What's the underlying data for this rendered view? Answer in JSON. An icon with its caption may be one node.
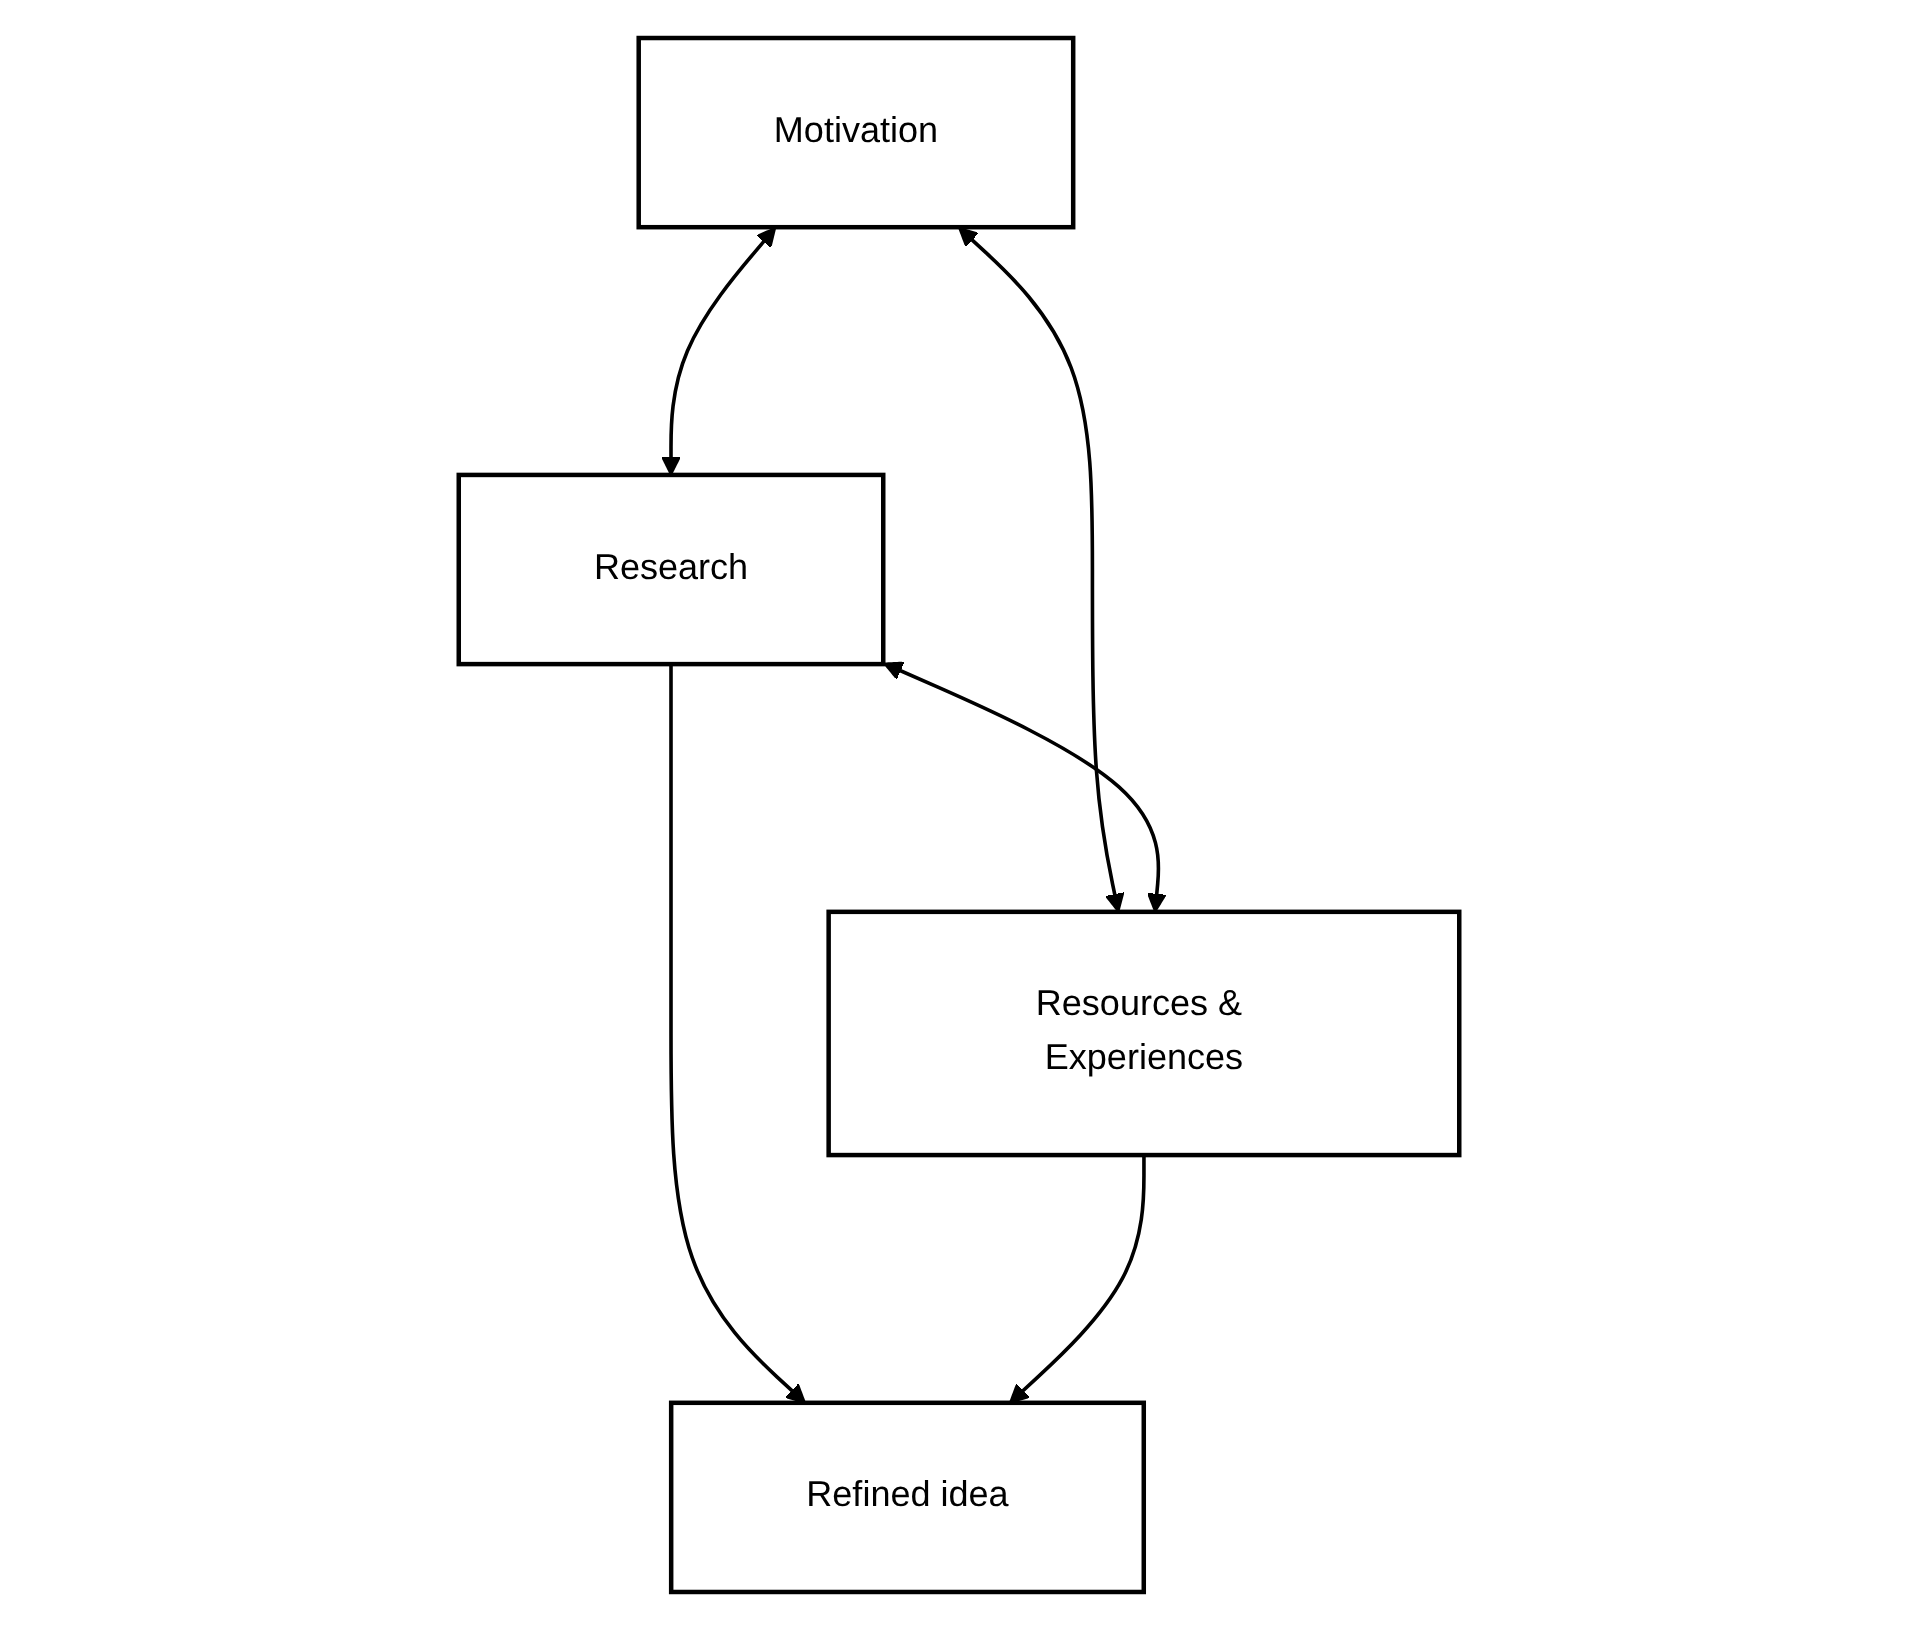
{
  "diagram": {
    "nodes": [
      {
        "text": [
          "Motivation"
        ]
      },
      {
        "text": [
          "Research"
        ]
      },
      {
        "text": [
          "Resources & Experiences"
        ]
      },
      {
        "text": [
          "Refined idea"
        ]
      }
    ],
    "edges": [
      {
        "from": 0,
        "to": 1,
        "arrow": "both"
      },
      {
        "from": 0,
        "to": 2,
        "arrow": "both"
      },
      {
        "from": 1,
        "to": 2,
        "arrow": "both"
      },
      {
        "from": 1,
        "to": 3,
        "arrow": "to"
      },
      {
        "from": 2,
        "to": 3,
        "arrow": "to"
      }
    ]
  }
}
